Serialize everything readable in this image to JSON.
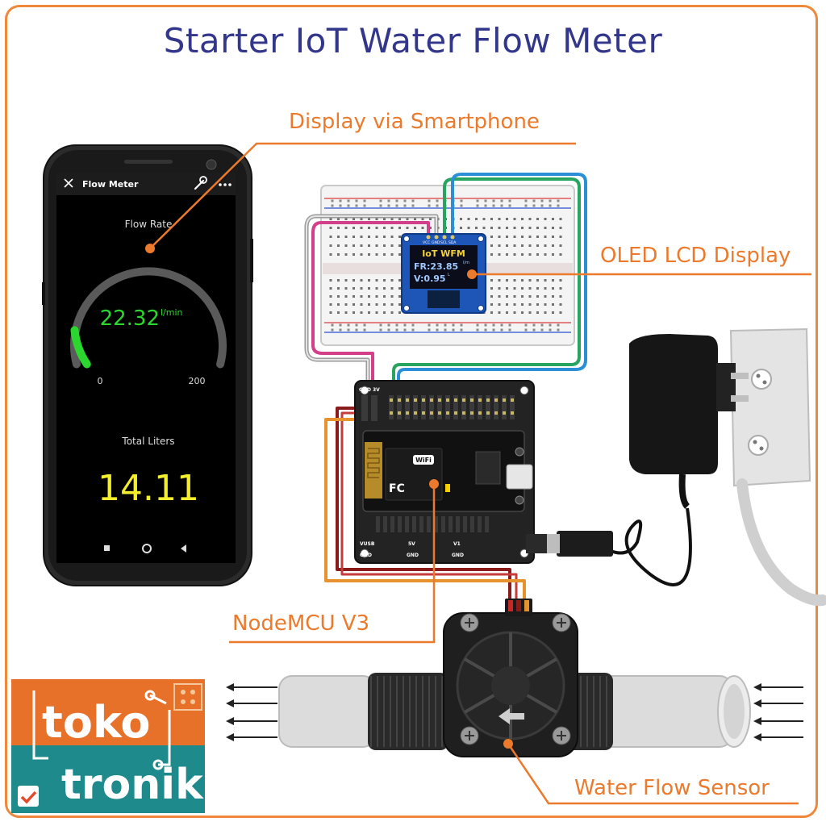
{
  "title": "Starter IoT Water Flow Meter",
  "callouts": {
    "smartphone": "Display via Smartphone",
    "oled": "OLED LCD Display",
    "nodemcu": "NodeMCU V3",
    "sensor": "Water Flow Sensor"
  },
  "phone": {
    "app_title": "Flow Meter",
    "gauge_label": "Flow Rate",
    "gauge_value": "22.32",
    "gauge_unit": "l/min",
    "gauge_min": "0",
    "gauge_max": "200",
    "gauge_fill": 0.1116,
    "total_label": "Total Liters",
    "total_value": "14.11"
  },
  "oled": {
    "line1": "IoT WFM",
    "line2": "FR:23.85",
    "line2_unit": "l/m",
    "line3": "V:0.95",
    "line3_unit": "L",
    "pins": [
      "VCC",
      "GND",
      "SCL",
      "SDA"
    ]
  },
  "board": {
    "top_labels": [
      "GND",
      "3V"
    ],
    "bottom_labels": [
      "VUSB",
      "5V",
      "V1"
    ],
    "bottom_gnd": [
      "GND",
      "GND",
      "GND"
    ],
    "wifi_text": "WiFi",
    "fc_text": "FC"
  },
  "logo": {
    "line1": "toko",
    "line2": "tronik"
  },
  "colors": {
    "title": "#33378c",
    "accent": "#ec7a2c",
    "gauge_green": "#2bd62f",
    "total_yellow": "#f2ee2e",
    "oled_yellow": "#f6d33a",
    "oled_blue": "#9fc8ff",
    "logo_orange": "#e8712a",
    "logo_teal": "#1f8a8c"
  }
}
